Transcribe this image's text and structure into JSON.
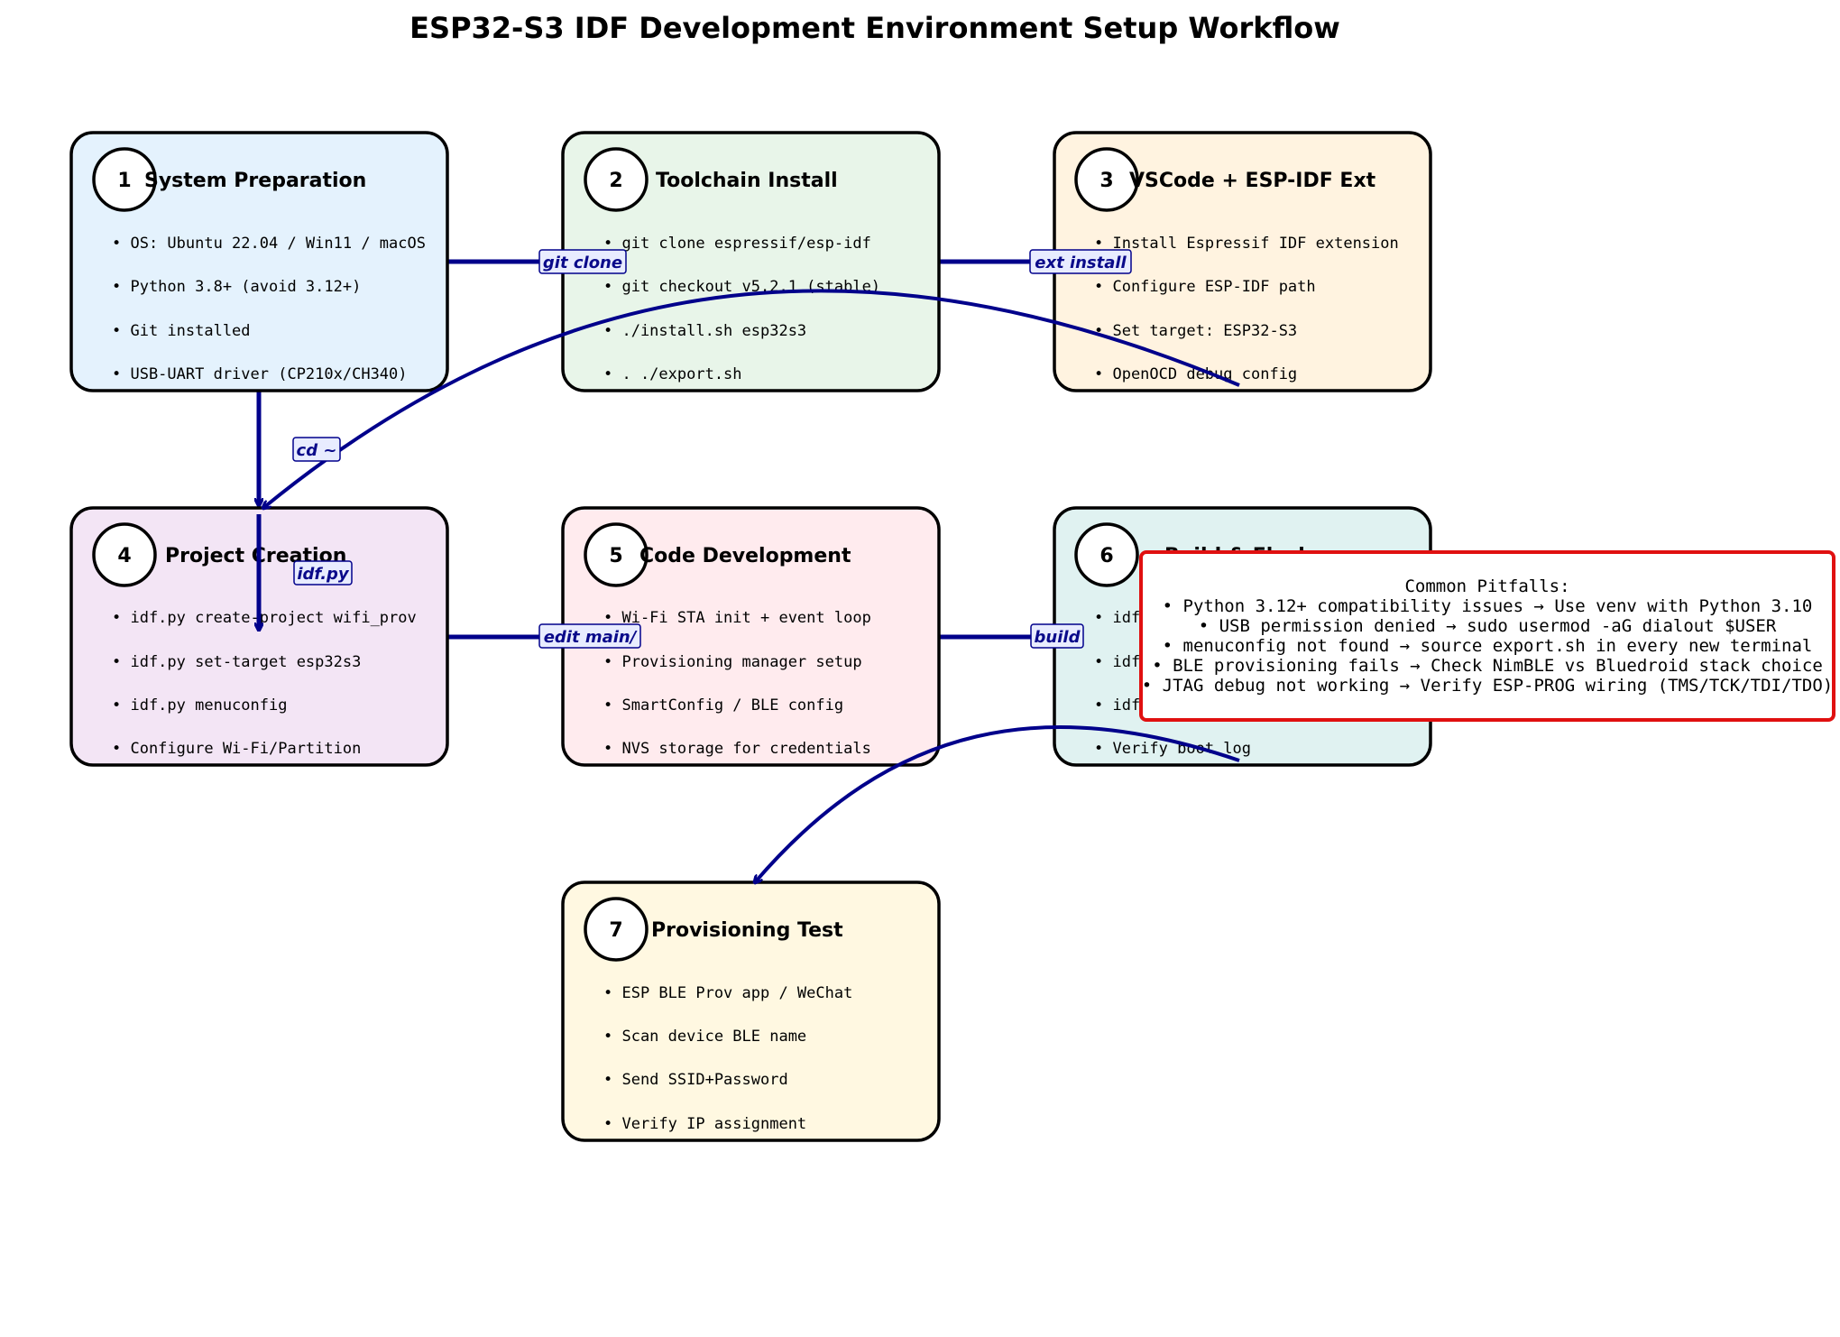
{
  "title": "ESP32-S3 IDF Development Environment Setup Workflow",
  "colors": {
    "edge": "#00008B",
    "label_bg": "#E8ECFF",
    "step1": "#E4F2FD",
    "step2": "#E8F5E9",
    "step3": "#FFF3E0",
    "step4": "#F3E5F5",
    "step5": "#FFEBEE",
    "step6": "#E0F2F1",
    "step7": "#FFF8E1",
    "pitfall_border": "#E01010"
  },
  "steps": [
    {
      "num": "1",
      "title": "System Preparation",
      "items": [
        "• OS: Ubuntu 22.04 / Win11 / macOS",
        "• Python 3.8+ (avoid 3.12+)",
        "• Git installed",
        "• USB-UART driver (CP210x/CH340)"
      ]
    },
    {
      "num": "2",
      "title": "Toolchain Install",
      "items": [
        "• git clone espressif/esp-idf",
        "• git checkout v5.2.1 (stable)",
        "• ./install.sh esp32s3",
        "• . ./export.sh"
      ]
    },
    {
      "num": "3",
      "title": "VSCode + ESP-IDF Ext",
      "items": [
        "• Install Espressif IDF extension",
        "• Configure ESP-IDF path",
        "• Set target: ESP32-S3",
        "• OpenOCD debug config"
      ]
    },
    {
      "num": "4",
      "title": "Project Creation",
      "items": [
        "• idf.py create-project wifi_prov",
        "• idf.py set-target esp32s3",
        "• idf.py menuconfig",
        "• Configure Wi-Fi/Partition"
      ]
    },
    {
      "num": "5",
      "title": "Code Development",
      "items": [
        "• Wi-Fi STA init + event loop",
        "• Provisioning manager setup",
        "• SmartConfig / BLE config",
        "• NVS storage for credentials"
      ]
    },
    {
      "num": "6",
      "title": "Build & Flash",
      "items": [
        "• idf.py build",
        "• idf.py flash",
        "• idf.py monitor",
        "• Verify boot log"
      ]
    },
    {
      "num": "7",
      "title": "Provisioning Test",
      "items": [
        "• ESP BLE Prov app / WeChat",
        "• Scan device BLE name",
        "• Send SSID+Password",
        "• Verify IP assignment"
      ]
    }
  ],
  "edge_labels": [
    "git clone",
    "ext install",
    "cd ~",
    "idf.py",
    "edit main/",
    "build"
  ],
  "pitfalls": {
    "lines": [
      "Common Pitfalls:",
      "• Python 3.12+ compatibility issues → Use venv with Python 3.10",
      "• USB permission denied → sudo usermod -aG dialout $USER",
      "• menuconfig not found → source export.sh in every new terminal",
      "• BLE provisioning fails → Check NimBLE vs Bluedroid stack choice",
      "• JTAG debug not working → Verify ESP-PROG wiring (TMS/TCK/TDI/TDO)"
    ]
  }
}
